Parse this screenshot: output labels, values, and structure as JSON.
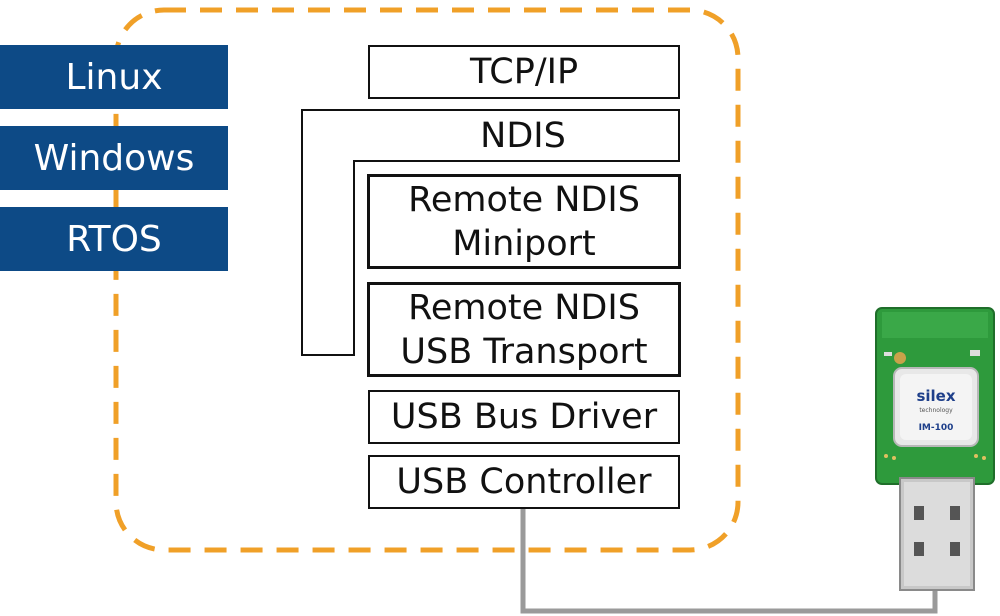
{
  "os_labels": [
    {
      "label": "Linux"
    },
    {
      "label": "Windows"
    },
    {
      "label": "RTOS"
    }
  ],
  "stack": {
    "tcpip": "TCP/IP",
    "ndis": "NDIS",
    "rndis_miniport_line1": "Remote NDIS",
    "rndis_miniport_line2": "Miniport",
    "rndis_usb_line1": "Remote NDIS",
    "rndis_usb_line2": "USB Transport",
    "usb_bus_driver": "USB Bus Driver",
    "usb_controller": "USB Controller"
  },
  "device": {
    "brand": "silex",
    "brand_sub": "technology",
    "model": "IM-100"
  },
  "colors": {
    "os_label_bg": "#0d4a86",
    "dashed_frame": "#f0a028",
    "connector": "#9a9a9a",
    "pcb_green": "#2e9a3c",
    "box_border": "#111111"
  }
}
